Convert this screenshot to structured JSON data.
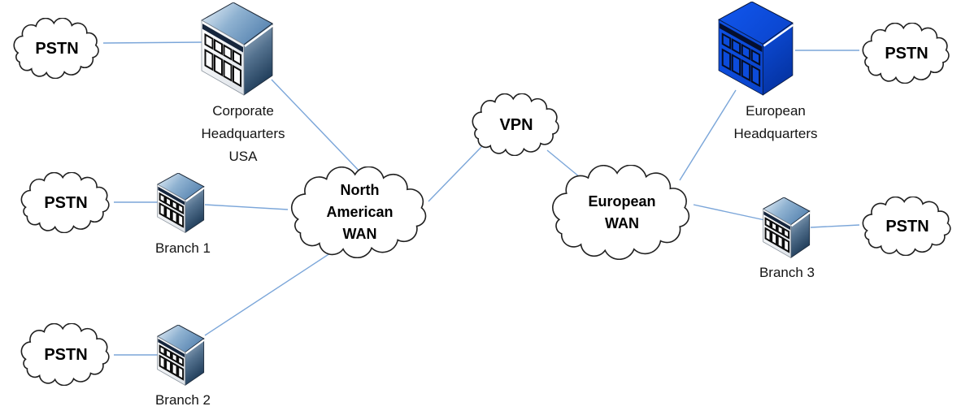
{
  "page": {
    "background": "#ffffff"
  },
  "colors": {
    "connector": "#7ba6d9",
    "cloud_outline": "#1f1f1f",
    "cloud_fill": "#ffffff",
    "hq_blue": "#0d4ede"
  },
  "clouds": {
    "pstn_top_left": "PSTN",
    "pstn_mid_left": "PSTN",
    "pstn_bottom_left": "PSTN",
    "pstn_top_right": "PSTN",
    "pstn_mid_right": "PSTN",
    "north_american_wan": "North\nAmerican\nWAN",
    "vpn": "VPN",
    "european_wan": "European\nWAN"
  },
  "buildings": {
    "corporate_hq": "Corporate\nHeadquarters\nUSA",
    "european_hq": "European\nHeadquarters",
    "branch_1": "Branch 1",
    "branch_2": "Branch 2",
    "branch_3": "Branch 3"
  },
  "edges": [
    {
      "from": "pstn-top-left",
      "to": "corporate-hq"
    },
    {
      "from": "corporate-hq",
      "to": "north-american-wan"
    },
    {
      "from": "pstn-mid-left",
      "to": "branch-1"
    },
    {
      "from": "branch-1",
      "to": "north-american-wan"
    },
    {
      "from": "pstn-bottom-left",
      "to": "branch-2"
    },
    {
      "from": "branch-2",
      "to": "north-american-wan"
    },
    {
      "from": "north-american-wan",
      "to": "vpn"
    },
    {
      "from": "vpn",
      "to": "european-wan"
    },
    {
      "from": "european-wan",
      "to": "european-hq"
    },
    {
      "from": "european-hq",
      "to": "pstn-top-right"
    },
    {
      "from": "european-wan",
      "to": "branch-3"
    },
    {
      "from": "branch-3",
      "to": "pstn-mid-right"
    }
  ]
}
